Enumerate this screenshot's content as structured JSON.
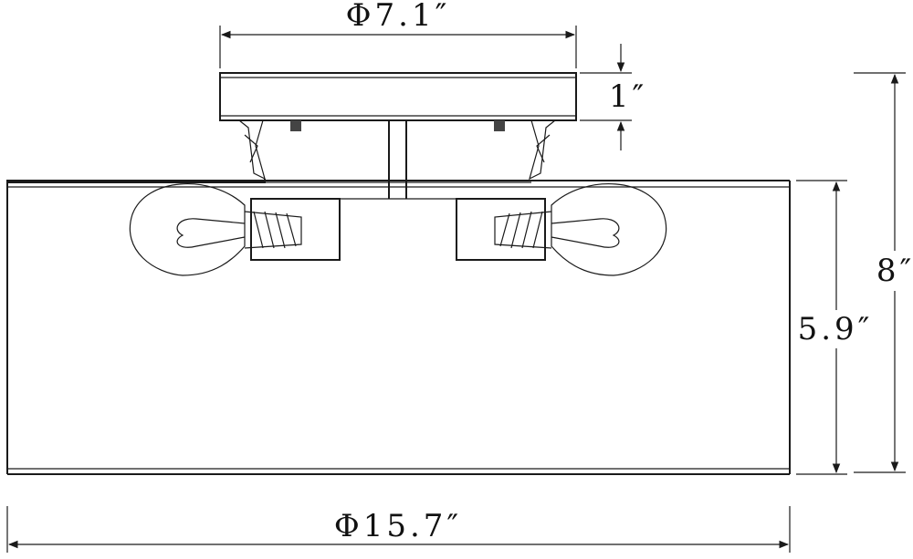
{
  "dimensions": {
    "canopy_diameter": "Φ7.1″",
    "canopy_height": "1″",
    "total_height": "8″",
    "shade_height": "5.9″",
    "shade_diameter": "Φ15.7″"
  },
  "colors": {
    "line": "#1a1a1a",
    "background": "#ffffff"
  }
}
